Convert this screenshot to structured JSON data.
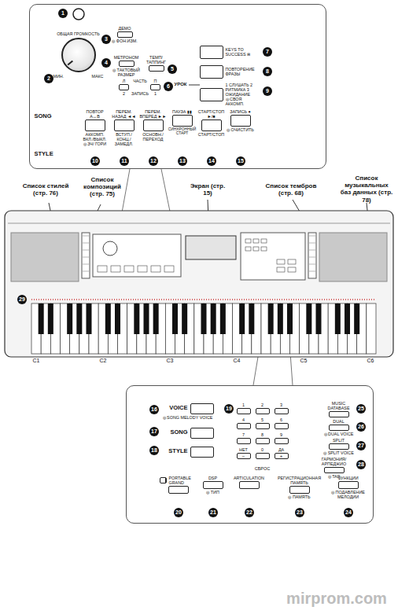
{
  "diagram": {
    "nodes": [
      {
        "text": [
          "УРОК",
          "SONG",
          "STYLE"
        ]
      },
      {
        "text": [
          "ОБЩАЯ ГРОМКОСТЬ",
          "МИН.",
          "МАКС"
        ],
        "in": 0
      },
      {
        "text": [
          "ДЕМО",
          "◎ ФОН.ИЗМ."
        ],
        "in": 0
      },
      {
        "text": [
          "МЕТРОНОМ",
          "◎ ТАКТОВЫЙ РАЗМЕР"
        ],
        "in": 0
      },
      {
        "text": [
          "ТЕМП/ ТАППИНГ"
        ],
        "in": 0
      },
      {
        "text": [
          "Л",
          "2"
        ],
        "in": 0
      },
      {
        "text": [
          "П",
          "1"
        ],
        "in": 0
      },
      {
        "text": [
          "KEYS TO SUCCESS ⊞"
        ],
        "in": 0
      },
      {
        "text": [
          "ПОВТОРЕНИЕ ФРАЗЫ"
        ],
        "in": 0
      },
      {
        "text": [
          "1 СЛУШАТЬ 2 РИТМИКА 3 ОЖИДАНИЕ",
          "◎ СВОЯ АККОМП."
        ],
        "in": 0
      },
      {
        "text": [
          "ПОВТОР A↔B",
          "АККОМП. ВКЛ./ВЫКЛ.",
          "◎ ЗЧ/ ГОРИ"
        ],
        "in": 0
      },
      {
        "text": [
          "ПЕРЕМ. НАЗАД ◄◄",
          "ВСТУП./КОНЦ./ ЗАМЕДЛ."
        ],
        "in": 0
      },
      {
        "text": [
          "ПЕРЕМ. ВПЕРЕД ►►",
          "ОСНОВН./ ПЕРЕХОД"
        ],
        "in": 0
      },
      {
        "text": [
          "ПАУЗА ▮▮",
          "СИНХРОННЫЙ СТАРТ"
        ],
        "in": 0
      },
      {
        "text": [
          "СТАРТ/СТОП ►/■",
          "СТАРТ/СТОП"
        ],
        "in": 0
      },
      {
        "text": [
          "ЗАПИСЬ ●",
          "◎ ОЧИСТИТЬ"
        ],
        "in": 0
      },
      {
        "text": [
          "СБРОС"
        ]
      },
      {
        "text": [
          "VOICE",
          "◎ SONG MELODY VOICE"
        ],
        "in": 16
      },
      {
        "text": [
          "SONG"
        ],
        "in": 16
      },
      {
        "text": [
          "STYLE"
        ],
        "in": 16
      },
      {
        "text": [
          "1"
        ],
        "in": 16
      },
      {
        "text": [
          "2"
        ],
        "in": 16
      },
      {
        "text": [
          "3"
        ],
        "in": 16
      },
      {
        "text": [
          "4"
        ],
        "in": 16
      },
      {
        "text": [
          "5"
        ],
        "in": 16
      },
      {
        "text": [
          "6"
        ],
        "in": 16
      },
      {
        "text": [
          "7"
        ],
        "in": 16
      },
      {
        "text": [
          "8"
        ],
        "in": 16
      },
      {
        "text": [
          "9"
        ],
        "in": 16
      },
      {
        "text": [
          "НЕТ",
          "−"
        ],
        "in": 16
      },
      {
        "text": [
          "0"
        ],
        "in": 16
      },
      {
        "text": [
          "ДА",
          "+"
        ],
        "in": 16
      },
      {
        "text": [
          "MUSIC DATABASE"
        ],
        "in": 16
      },
      {
        "text": [
          "DUAL",
          "◎ DUAL VOICE"
        ],
        "in": 16
      },
      {
        "text": [
          "SPLIT",
          "◎ SPLIT VOICE"
        ],
        "in": 16
      },
      {
        "text": [
          "ГАРМОНИЯ/АРПЕДЖИО",
          "◎ TAP"
        ],
        "in": 16
      },
      {
        "text": [
          "PORTABLE GRAND"
        ],
        "in": 16
      },
      {
        "text": [
          "DSP",
          "◎ ТИП"
        ],
        "in": 16
      },
      {
        "text": [
          "ARTICULATION"
        ],
        "in": 16
      },
      {
        "text": [
          "РЕГИСТРАЦИОННАЯ ПАМЯТЬ",
          "◎ ПАМЯТЬ"
        ],
        "in": 16
      },
      {
        "text": [
          "ФУНКЦИИ",
          "◎ ПОДАВЛЕНИЕ МЕЛОДИИ"
        ],
        "in": 16
      }
    ],
    "labels": [
      "1",
      "2",
      "3",
      "4",
      "5",
      "6",
      "7",
      "8",
      "9",
      "10",
      "11",
      "12",
      "13",
      "14",
      "15",
      "16",
      "17",
      "18",
      "19",
      "20",
      "21",
      "22",
      "23",
      "24",
      "25",
      "26",
      "27",
      "28",
      "29",
      "ЧАСТЬ",
      "ЗАПИСЬ",
      "Список стилей (стр. 76)",
      "Список композиций (стр. 75)",
      "Экран (стр. 15)",
      "Список тембров (стр. 68)",
      "Список музыкальных баз данных (стр. 78)",
      "C1",
      "C2",
      "C3",
      "C4",
      "C5",
      "C6",
      "mirprom.com"
    ]
  }
}
